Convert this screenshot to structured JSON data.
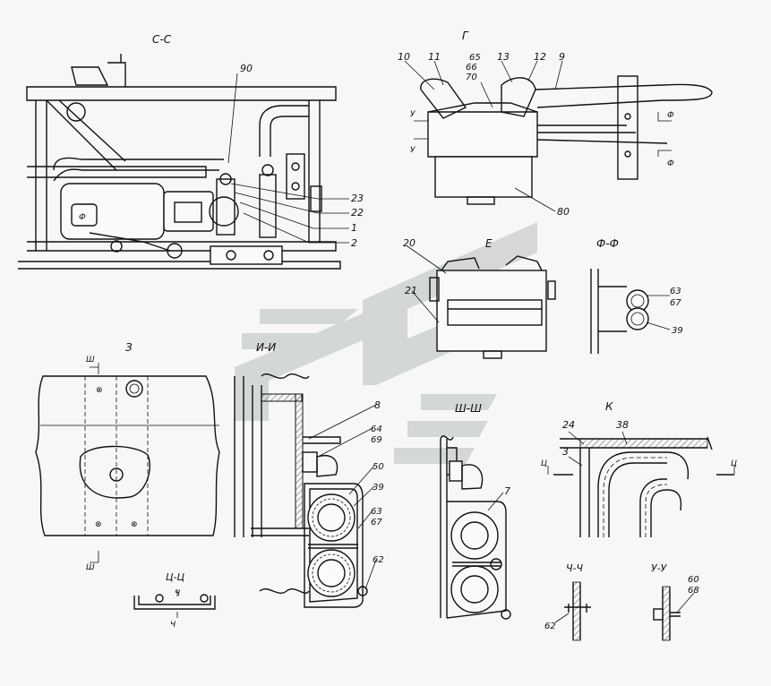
{
  "views": {
    "cc": "С-С",
    "g": "Г",
    "e": "Е",
    "ff": "Ф-Ф",
    "z": "З",
    "ii": "И-И",
    "shsh": "Ш-Ш",
    "k": "К",
    "tsts": "Ц-Ц",
    "chch": "Ч-Ч",
    "uu": "У-У"
  },
  "cuts": {
    "u": "У",
    "f": "Ф",
    "sh": "Ш",
    "ts": "Ц",
    "ch": "Ч"
  },
  "callouts": {
    "cc": [
      "90",
      "23",
      "22",
      "1",
      "2"
    ],
    "g": [
      "10",
      "11",
      "65",
      "66",
      "70",
      "13",
      "12",
      "9",
      "80"
    ],
    "e": [
      "20",
      "21"
    ],
    "ff": [
      "63",
      "67",
      "39"
    ],
    "ii": [
      "8",
      "64",
      "69",
      "50",
      "39",
      "63",
      "67",
      "62"
    ],
    "shsh": [
      "7"
    ],
    "k": [
      "24",
      "38",
      "3"
    ],
    "chch": [
      "62"
    ],
    "uu": [
      "60",
      "68"
    ]
  },
  "colors": {
    "line": "#111111",
    "background": "#f7f7f7",
    "watermark": "#b9bec0"
  }
}
